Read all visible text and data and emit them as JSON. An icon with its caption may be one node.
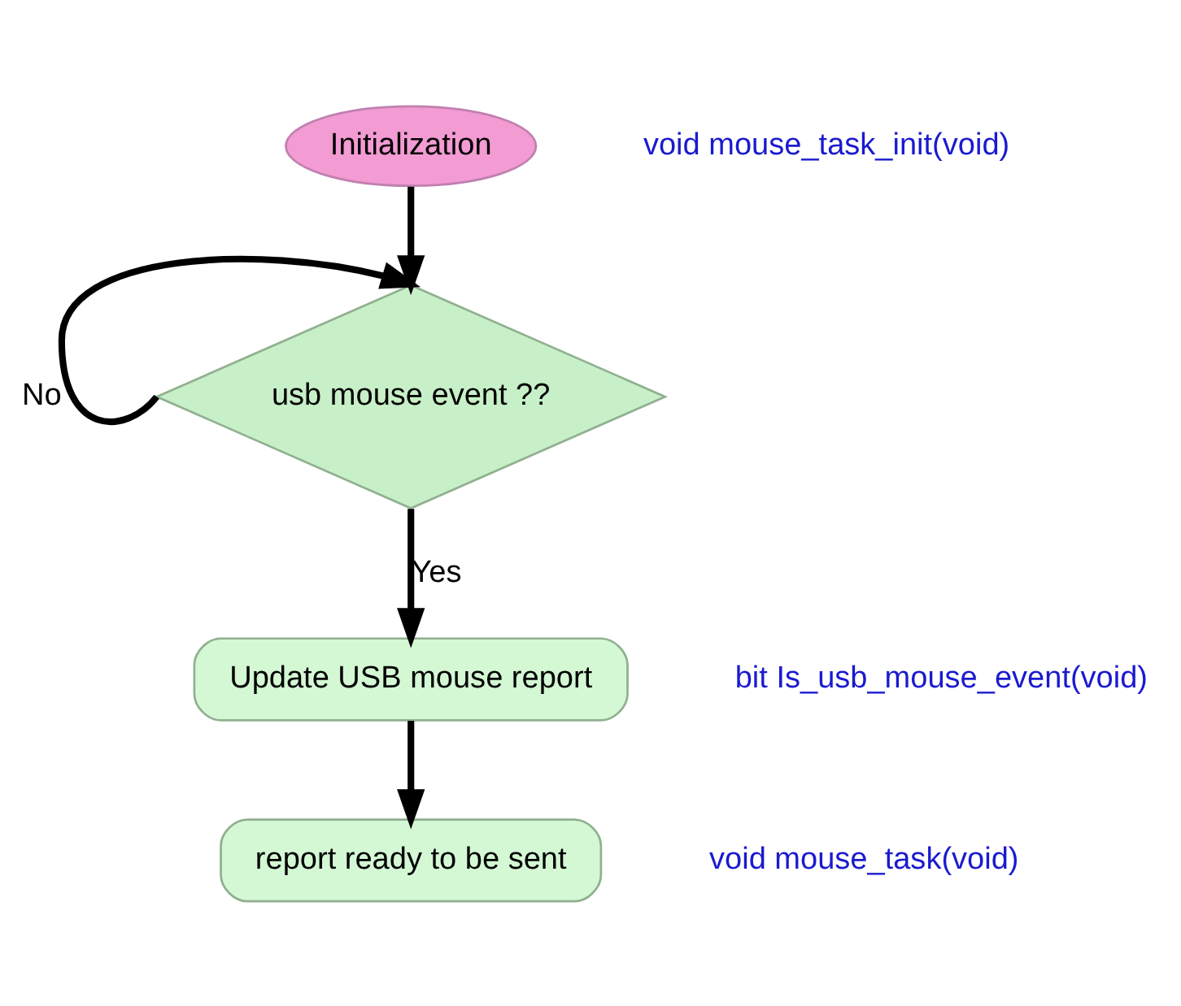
{
  "diagram": {
    "nodes": [
      {
        "text": [
          "Initialization"
        ],
        "beside": [
          "void mouse_task_init(void)"
        ]
      },
      {
        "text": [
          "usb mouse event ??"
        ]
      },
      {
        "text": [
          "Update USB mouse report"
        ]
      },
      {
        "text": [
          "report ready to be sent"
        ],
        "beside": [
          "void mouse_task(void)"
        ]
      }
    ],
    "edges": [
      {
        "from": 0,
        "to": 1,
        "arrow": "to"
      },
      {
        "from": 1,
        "to": 1,
        "arrow": "to",
        "label": "No"
      },
      {
        "from": 1,
        "to": 2,
        "arrow": "to",
        "label": "Yes"
      },
      {
        "from": 2,
        "to": 3,
        "arrow": "to"
      }
    ],
    "labels": [
      "bit Is_usb_mouse_event(void)"
    ]
  }
}
